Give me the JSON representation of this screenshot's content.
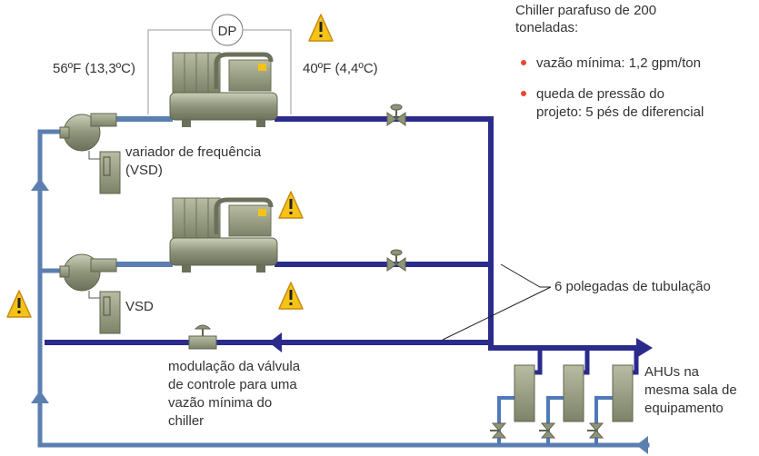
{
  "colors": {
    "pipe_dark": "#2b2b8c",
    "pipe_light": "#5b7fb0",
    "pipe_small": "#4f79b8",
    "equipment": "#8e9478",
    "warning": "#f5c318",
    "bullet": "#e8472f"
  },
  "icons": [
    "warning-icon",
    "valve-icon",
    "pump-icon",
    "flow-arrow-icon",
    "chiller-icon",
    "vsd-panel-icon",
    "ahu-icon"
  ],
  "sensor": {
    "label": "DP"
  },
  "temperatures": {
    "inlet": "56ºF (13,3ºC)",
    "outlet": "40ºF (4,4ºC)"
  },
  "notes": {
    "title_line1": "Chiller parafuso de 200",
    "title_line2": "toneladas:",
    "bullets": [
      {
        "line1": "vazão mínima: 1,2 gpm/ton",
        "line2": ""
      },
      {
        "line1": "queda de pressão do",
        "line2": "projeto: 5 pés de diferencial"
      }
    ]
  },
  "labels": {
    "vsd_top_line1": "variador de frequência",
    "vsd_top_line2": "(VSD)",
    "vsd_bottom": "VSD",
    "pipe_size": "6 polegadas de tubulação",
    "bypass_line1": "modulação da válvula",
    "bypass_line2": "de controle para uma",
    "bypass_line3": "vazão mínima do",
    "bypass_line4": "chiller",
    "ahu_line1": "AHUs na",
    "ahu_line2": "mesma sala de",
    "ahu_line3": "equipamento"
  }
}
